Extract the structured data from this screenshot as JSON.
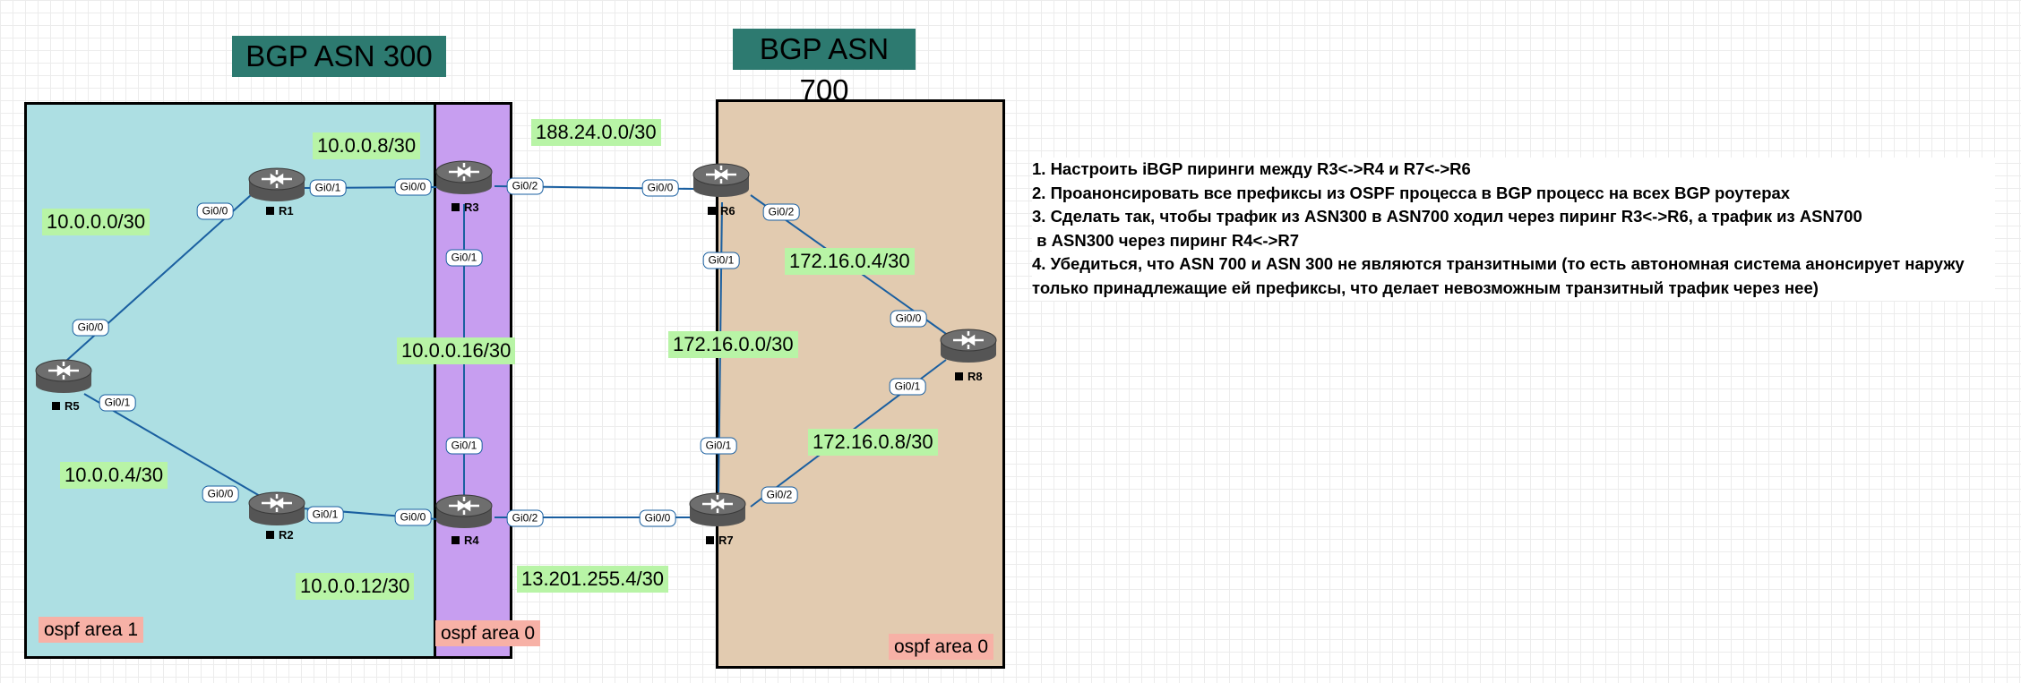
{
  "titles": {
    "asn300": "BGP ASN 300",
    "asn700": "BGP ASN 700"
  },
  "areas": {
    "area1": "ospf area 1",
    "area0_mid": "ospf area 0",
    "area0_right": "ospf area 0"
  },
  "routers": {
    "r1": "R1",
    "r2": "R2",
    "r3": "R3",
    "r4": "R4",
    "r5": "R5",
    "r6": "R6",
    "r7": "R7",
    "r8": "R8"
  },
  "networks": {
    "n_r1_r3": "10.0.0.8/30",
    "n_r5_r1": "10.0.0.0/30",
    "n_r5_r2": "10.0.0.4/30",
    "n_r2_r4": "10.0.0.12/30",
    "n_r3_r4": "10.0.0.16/30",
    "n_r3_r6": "188.24.0.0/30",
    "n_r4_r7": "13.201.255.4/30",
    "n_r6_r7": "172.16.0.0/30",
    "n_r6_r8": "172.16.0.4/30",
    "n_r7_r8": "172.16.0.8/30"
  },
  "ports": {
    "r1_gi00": "Gi0/0",
    "r1_gi01": "Gi0/1",
    "r3_gi00": "Gi0/0",
    "r3_gi02": "Gi0/2",
    "r3_gi01": "Gi0/1",
    "r6_gi00": "Gi0/0",
    "r6_gi02": "Gi0/2",
    "r6_gi01": "Gi0/1",
    "r5_gi00": "Gi0/0",
    "r5_gi01": "Gi0/1",
    "r2_gi00": "Gi0/0",
    "r2_gi01": "Gi0/1",
    "r4_gi01": "Gi0/1",
    "r4_gi00": "Gi0/0",
    "r4_gi02": "Gi0/2",
    "r7_gi00": "Gi0/0",
    "r7_gi02": "Gi0/2",
    "r7_gi01": "Gi0/1",
    "r8_gi00": "Gi0/0",
    "r8_gi01": "Gi0/1"
  },
  "tasks": [
    "1. Настроить iBGP пиринги между R3<->R4 и R7<->R6",
    "2. Проанонсировать все префиксы из OSPF процесса в BGP процесс  на всех BGP роутерах",
    "3. Сделать так, чтобы  трафик из ASN300 в ASN700 ходил через пиринг R3<->R6, а трафик из ASN700",
    " в ASN300 через пиринг R4<->R7",
    "4. Убедиться, что ASN 700 и ASN 300  не являются транзитными (то есть автономная система анонсирует наружу",
    "только принадлежащие ей префиксы, что делает невозможным транзитный трафик через нее)"
  ],
  "colors": {
    "area1_fill": "#addfe3",
    "area0_mid_fill": "#c79ef0",
    "area0_right_fill": "#e2cbb0",
    "title_fill": "#2d7a70",
    "network_label": "#b8f4a6",
    "area_label": "#f7b1a6",
    "link": "#1a5fa0"
  }
}
